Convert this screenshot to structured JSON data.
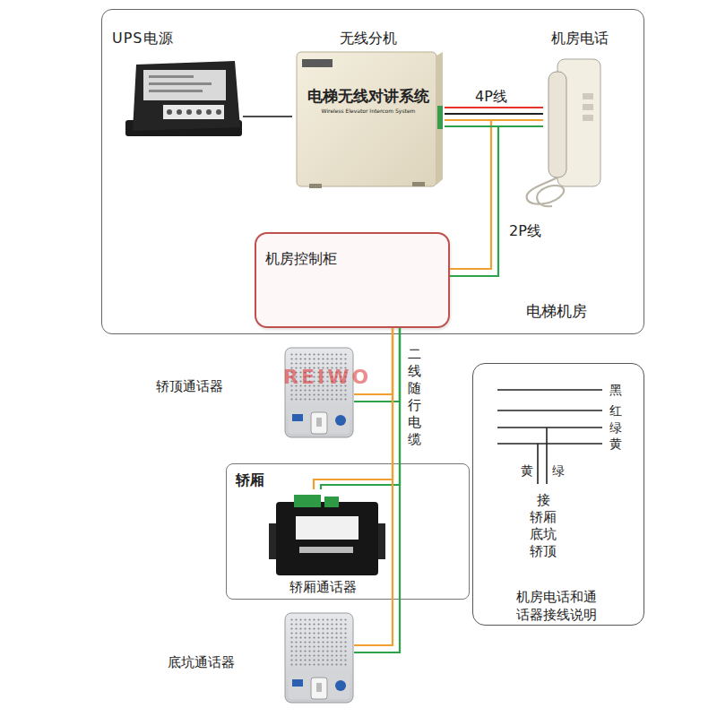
{
  "diagram": {
    "nodes": [
      {
        "text": [
          "电梯机房"
        ]
      },
      {
        "text": [
          "UPS电源"
        ],
        "in": 0
      },
      {
        "text": [
          "无线分机",
          "电梯无线对讲系统",
          "Wireless Elevator Intercom System"
        ],
        "in": 0
      },
      {
        "text": [
          "机房电话"
        ],
        "in": 0
      },
      {
        "text": [
          "机房控制柜"
        ],
        "in": 0
      },
      {
        "text": [
          "轿顶通话器"
        ]
      },
      {
        "text": [
          "轿厢"
        ]
      },
      {
        "text": [
          "轿厢通话器"
        ],
        "in": 6
      },
      {
        "text": [
          "底坑通话器"
        ]
      },
      {
        "text": [
          "黑",
          "红",
          "绿",
          "黄",
          "黄",
          "绿",
          "接 轿厢 底坑 轿顶",
          "机房电话和通话器接线说明"
        ]
      }
    ],
    "edges": [
      {
        "from": 1,
        "to": 2,
        "arrow": "none"
      },
      {
        "from": 2,
        "to": 3,
        "arrow": "none",
        "label": "4P线"
      },
      {
        "from": 2,
        "to": 4,
        "arrow": "none",
        "label": "2P线"
      },
      {
        "from": 4,
        "to": 5,
        "arrow": "none",
        "label": "二线随行电缆"
      },
      {
        "from": 4,
        "to": 7,
        "arrow": "none"
      },
      {
        "from": 4,
        "to": 8,
        "arrow": "none"
      }
    ],
    "labels": [
      "REIWO"
    ]
  }
}
